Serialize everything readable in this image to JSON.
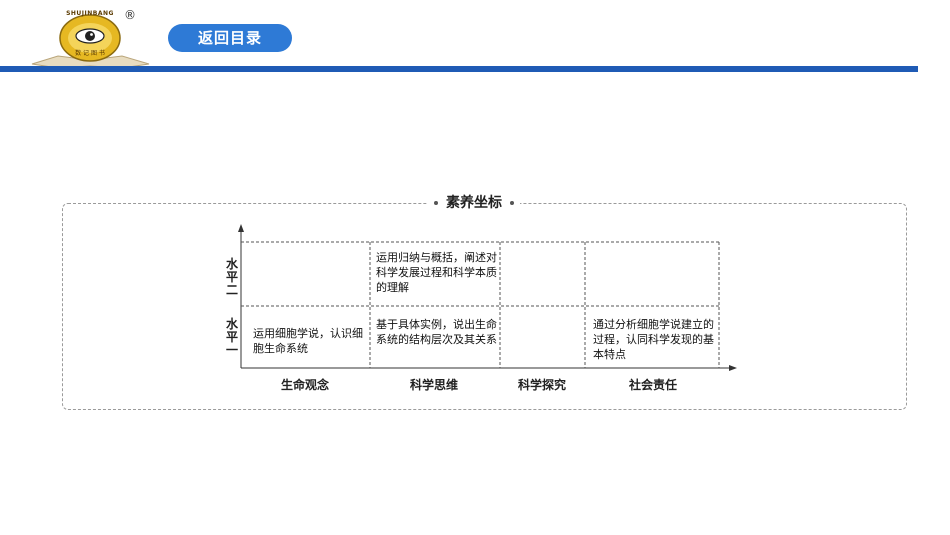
{
  "header": {
    "logo_text": "SHUJINBANG",
    "logo_sub": "数 记 图 书",
    "registered": "®",
    "back_button": "返回目录"
  },
  "section": {
    "title": "素养坐标"
  },
  "matrix": {
    "y_levels": [
      "水平二",
      "水平一"
    ],
    "x_categories": [
      "生命观念",
      "科学思维",
      "科学探究",
      "社会责任"
    ],
    "cells": {
      "level2_thinking": "运用归纳与概括，阐述对科学发展过程和科学本质的理解",
      "level1_concept": "运用细胞学说，认识细胞生命系统",
      "level1_thinking": "基于具体实例，说出生命系统的结构层次及其关系",
      "level1_responsibility": "通过分析细胞学说建立的过程，认同科学发现的基本特点"
    }
  },
  "colors": {
    "accent": "#2e7ad6",
    "bar": "#1f5bb5"
  }
}
